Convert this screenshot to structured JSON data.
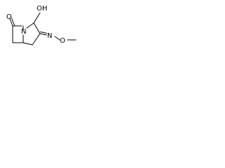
{
  "molecule": {
    "atoms": {
      "carbonyl_oxygen": "O",
      "ring_nitrogen": "N",
      "acid_group": "OH",
      "oxime_nitrogen": "N",
      "methoxy_oxygen": "O"
    },
    "colors": {
      "bond": "#000000",
      "text": "#000000",
      "background": "#ffffff"
    }
  }
}
